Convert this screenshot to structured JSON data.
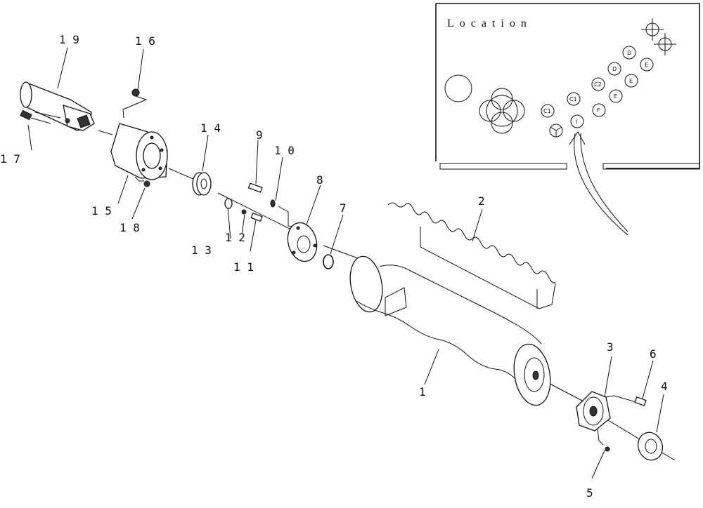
{
  "location_panel": {
    "title": "Location",
    "markers": [
      "C1",
      "C1",
      "C2",
      "D",
      "D",
      "E",
      "E",
      "F",
      "I"
    ]
  },
  "callouts": [
    "1",
    "2",
    "3",
    "4",
    "5",
    "6",
    "7",
    "8",
    "9",
    "10",
    "11",
    "12",
    "13",
    "14",
    "15",
    "16",
    "17",
    "18",
    "19"
  ]
}
